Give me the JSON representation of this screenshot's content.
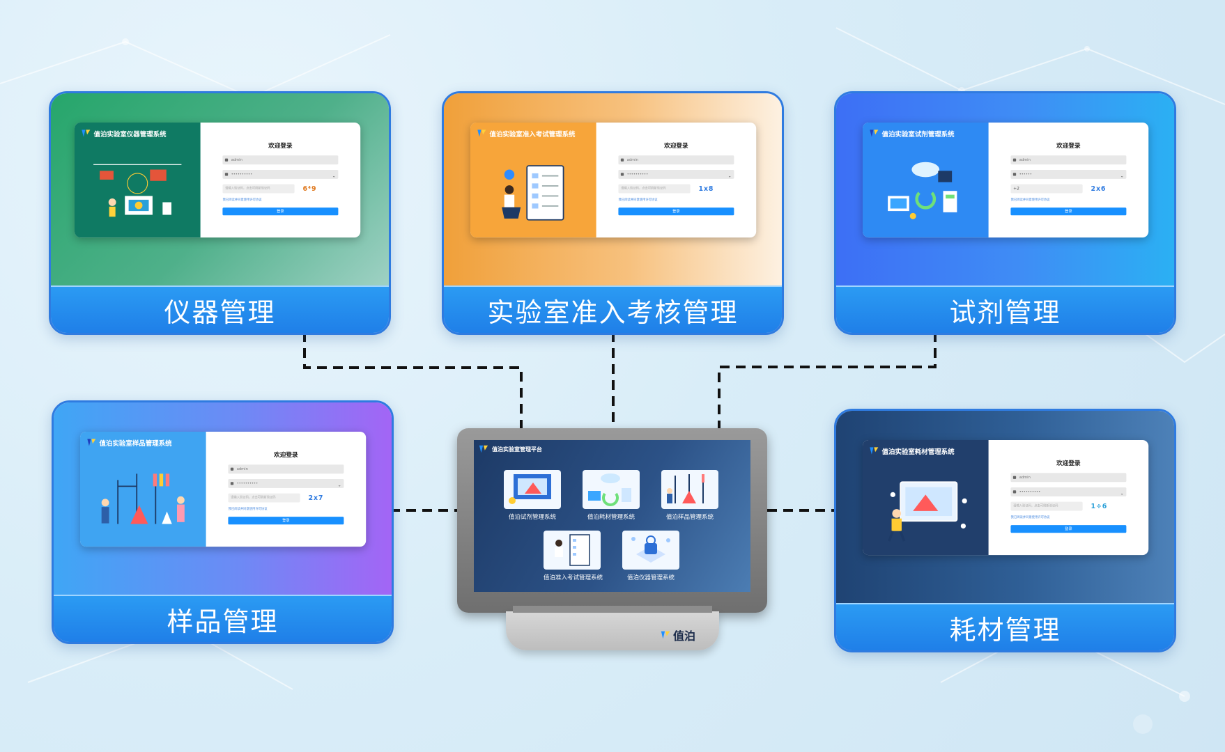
{
  "modules": {
    "instrument": {
      "label": "仪器管理",
      "system_title": "值泊实验室仪器管理系统",
      "welcome": "欢迎登录",
      "username": "admin",
      "password": "••••••••••",
      "captcha_placeholder": "请输入验证码，点击可刷新验证码",
      "captcha_code": "6⁴9",
      "agree": "我已阅读并同意使用许可协议",
      "login": "登录"
    },
    "exam": {
      "label": "实验室准入考核管理",
      "system_title": "值泊实验室准入考试管理系统",
      "welcome": "欢迎登录",
      "username": "admin",
      "password": "••••••••••",
      "captcha_placeholder": "请输入验证码，点击可刷新验证码",
      "captcha_code": "1x8",
      "agree": "我已阅读并同意使用许可协议",
      "login": "登录"
    },
    "reagent": {
      "label": "试剂管理",
      "system_title": "值泊实验室试剂管理系统",
      "welcome": "欢迎登录",
      "username": "admin",
      "password": "••••••",
      "captcha_value": "+2",
      "captcha_code": "2x6",
      "agree": "我已阅读并同意使用许可协议",
      "login": "登录"
    },
    "sample": {
      "label": "样品管理",
      "system_title": "值泊实验室样品管理系统",
      "welcome": "欢迎登录",
      "username": "admin",
      "password": "••••••••••",
      "captcha_placeholder": "请输入验证码，点击可刷新验证码",
      "captcha_code": "2x7",
      "agree": "我已阅读并同意使用许可协议",
      "login": "登录"
    },
    "consumable": {
      "label": "耗材管理",
      "system_title": "值泊实验室耗材管理系统",
      "welcome": "欢迎登录",
      "username": "admin",
      "password": "••••••••••",
      "captcha_placeholder": "请输入验证码，点击可刷新验证码",
      "captcha_code": "1÷6",
      "agree": "我已阅读并同意使用许可协议",
      "login": "登录"
    }
  },
  "platform": {
    "title": "值泊实验室管理平台",
    "tiles": [
      "值泊试剂管理系统",
      "值泊耗材管理系统",
      "值泊样品管理系统",
      "值泊准入考试管理系统",
      "值泊仪器管理系统"
    ],
    "brand": "值泊"
  },
  "colors": {
    "card_border": "#2f7be0",
    "band_blue": "#1f7fe8",
    "connector": "#111111",
    "instrument_top": "#2aa36a",
    "exam_top": "#f0a23a",
    "reagent_top": "#3f8df5",
    "sample_top": "#a46cf5",
    "consumable_top": "#244d80"
  }
}
